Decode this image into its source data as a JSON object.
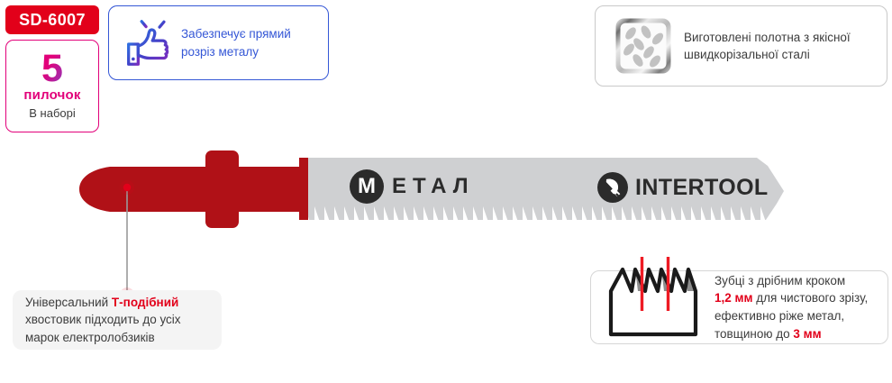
{
  "product": {
    "sku": "SD-6007",
    "count_number": "5",
    "count_word": "пилочок",
    "count_subtitle": "В наборі"
  },
  "features": [
    {
      "id": "straight-cut",
      "icon": "thumbs-up-icon",
      "text": "Забезпечує прямий розріз металу",
      "accent_color": "#3557d6"
    },
    {
      "id": "hss-steel",
      "icon": "steel-grain-icon",
      "text": "Виготовлені полотна з якісної швидкорізальної сталі",
      "accent_color": "#8c8c8c"
    }
  ],
  "blade": {
    "brand_metal_badge_letter": "M",
    "brand_metal_word": "ЕТАЛ",
    "brand_logo_text": "INTERTOOL",
    "shank_color": "#b01117",
    "body_color": "#cfd0d2"
  },
  "callouts": {
    "shank": {
      "line1_prefix": "Універсальний ",
      "line1_highlight": "Т-подібний",
      "line2": "хвостовик підходить до усіх",
      "line3": "марок електролобзиків",
      "highlight_color": "#e2001a"
    },
    "teeth": {
      "line1": "Зубці з дрібним кроком",
      "pitch_value": "1,2 мм",
      "line2_rest": " для чистового зрізу,",
      "line3": "ефективно ріже метал,",
      "line4_prefix": "товщиною до ",
      "thickness_value": "3 мм",
      "highlight_color": "#e2001a"
    }
  },
  "colors": {
    "red": "#e2001a",
    "magenta": "#e2007a",
    "purple": "#8e3bbd",
    "blue": "#3557d6",
    "dark": "#2b2b2b",
    "blade_gray": "#cfd0d2"
  }
}
